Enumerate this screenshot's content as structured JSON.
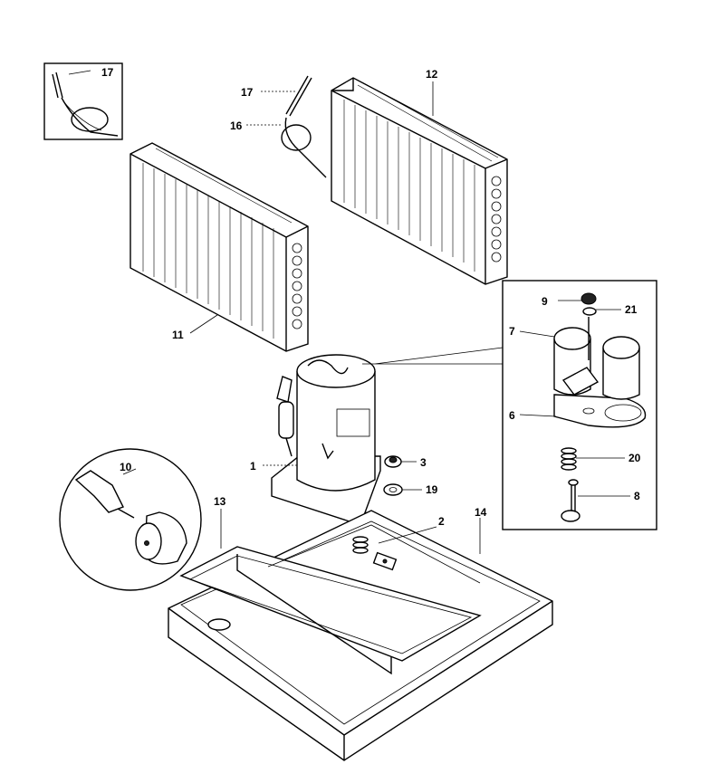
{
  "labels": {
    "l1": "1",
    "l2": "2",
    "l3": "3",
    "l6": "6",
    "l7": "7",
    "l8": "8",
    "l9": "9",
    "l10": "10",
    "l11": "11",
    "l12": "12",
    "l13": "13",
    "l14": "14",
    "l16": "16",
    "l17a": "17",
    "l17b": "17",
    "l19": "19",
    "l20": "20",
    "l21": "21"
  }
}
